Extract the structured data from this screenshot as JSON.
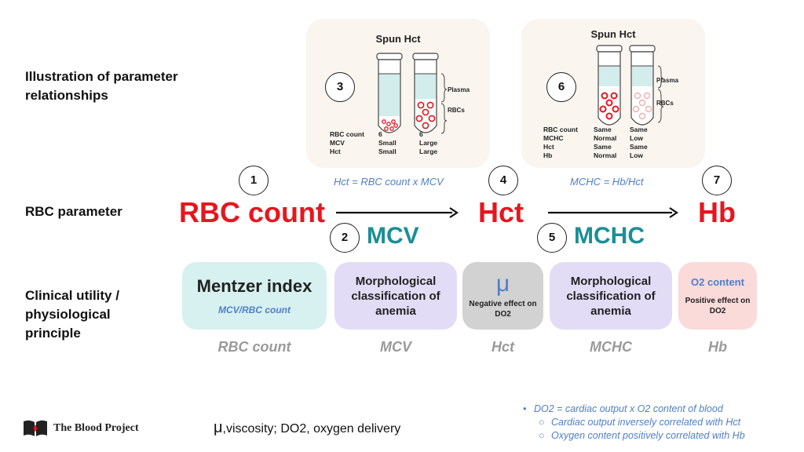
{
  "row_labels": {
    "illustration": "Illustration of parameter relationships",
    "rbc_parameter": "RBC parameter",
    "clinical": "Clinical utility / physiological principle"
  },
  "panel_left": {
    "title": "Spun Hct",
    "number": "3",
    "plasma": "Plasma",
    "rbcs": "RBCs",
    "table": {
      "labels": [
        "RBC count",
        "MCV",
        "Hct"
      ],
      "tube1": [
        "6",
        "Small",
        "Small"
      ],
      "tube2": [
        "6",
        "Large",
        "Large"
      ]
    },
    "formula": "Hct = RBC count x MCV"
  },
  "panel_right": {
    "title": "Spun Hct",
    "number": "6",
    "plasma": "Plasma",
    "rbcs": "RBCs",
    "table": {
      "labels": [
        "RBC count",
        "MCHC",
        "Hct",
        "Hb"
      ],
      "tube1": [
        "Same",
        "Normal",
        "Same",
        "Normal"
      ],
      "tube2": [
        "Same",
        "Low",
        "Same",
        "Low"
      ]
    },
    "formula": "MCHC = Hb/Hct"
  },
  "numbers": {
    "n1": "1",
    "n2": "2",
    "n4": "4",
    "n5": "5",
    "n7": "7"
  },
  "parameters": {
    "rbc_count": "RBC count",
    "hct": "Hct",
    "hb": "Hb",
    "mcv": "MCV",
    "mchc": "MCHC"
  },
  "cards": {
    "mentzer_title": "Mentzer index",
    "mentzer_sub": "MCV/RBC count",
    "mcv_text": "Morphological classification of anemia",
    "hct_symbol": "μ",
    "hct_text": "Negative effect on DO2",
    "mchc_text": "Morphological classification of anemia",
    "hb_title": "O2 content",
    "hb_text": "Positive effect on DO2"
  },
  "bottom_labels": [
    "RBC count",
    "MCV",
    "Hct",
    "MCHC",
    "Hb"
  ],
  "footer": {
    "brand": "The Blood Project",
    "legend_symbol": "μ",
    "legend_text": ",viscosity; DO2, oxygen delivery",
    "notes": {
      "main": "DO2 = cardiac output x O2 content of blood",
      "sub1": "Cardiac output inversely correlated with Hct",
      "sub2": "Oxygen content positively correlated with Hb"
    }
  },
  "colors": {
    "red": "#e6161f",
    "teal": "#1a8f95",
    "blue_note": "#4f7fc7",
    "card_teal": "#d7f0f0",
    "card_purple": "#e3dcf7",
    "card_gray": "#d2d2d2",
    "card_pink": "#fbdada",
    "panel_bg": "#faf6ef"
  }
}
